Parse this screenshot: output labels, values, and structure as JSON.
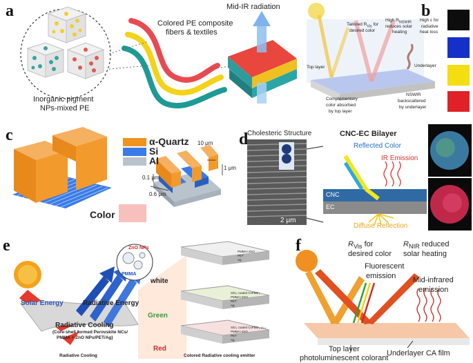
{
  "panel_a": {
    "label": "a",
    "pigment_caption_1": "Inorganic pigment",
    "pigment_caption_2": "NPs-mixed PE",
    "fibers_caption_1": "Colored PE composite",
    "fibers_caption_2": "fibers & textiles",
    "radiation_label": "Mid-IR radiation"
  },
  "panel_b": {
    "label": "b",
    "tailored_1": "Tailored R",
    "tailored_sub": "Vis",
    "tailored_2": " for",
    "tailored_3": "desired color",
    "nswir_1": "High R",
    "nswir_sub": "NSWIR",
    "nswir_2": "reduces solar",
    "nswir_3": "heating",
    "eps_1": "High ε for",
    "eps_2": "radiative",
    "eps_3": "heat loss",
    "top_layer": "Top layer",
    "underlayer": "Underlayer",
    "complementary_1": "Complementary",
    "complementary_2": "color absorbed",
    "complementary_3": "by top layer",
    "backscatter_1": "NSWIR",
    "backscatter_2": "backscattered",
    "backscatter_3": "by underlayer",
    "swatches": [
      "#0d0d0d",
      "#1530c8",
      "#f4dd10",
      "#e02228"
    ]
  },
  "panel_c": {
    "label": "c",
    "legend": [
      "α-Quartz",
      "Si",
      "Al"
    ],
    "legend_colors": [
      "#f0921e",
      "#3a7be8",
      "#b9c3cc"
    ],
    "dim_10um": "10 μm",
    "dim_1um": "1 μm",
    "dim_01um": "0.1 μm",
    "dim_06um": "0.6 μm",
    "color_label": "Color",
    "color_swatch": "#f8c0bc"
  },
  "panel_d": {
    "label": "d",
    "cholesteric": "Cholesteric Structure",
    "scale": "2 μm",
    "title": "CNC-EC Bilayer",
    "reflected": "Reflected Color",
    "ir": "IR Emission",
    "cnc": "CNC",
    "ec": "EC",
    "diffuse": "Diffuse Reflection"
  },
  "panel_e": {
    "label": "e",
    "solar": "Solar Energy",
    "radiative_energy": "Radiative Energy",
    "cooling_title": "Radiative Cooling",
    "cooling_sub_1": "(Core-shell formed Perovskite NCs/",
    "cooling_sub_2": "PMMA + ZnO NPs/PET/Ag)",
    "cooling_bottom": "Radiative Cooling",
    "zno": "ZnO NPs",
    "pmma": "PMMA",
    "white": "white",
    "green": "Green",
    "red": "Red",
    "emitter": "Colored Radiative cooling emitter",
    "stack_white": [
      "PMMA+ZnO",
      "PET",
      "Ag"
    ],
    "stack_green": [
      "SiO₂ coated CsPbBr₃",
      "PMMA+ZnO",
      "PET",
      "Ag"
    ],
    "stack_red": [
      "SiO₂ coated CsPbBr₁.₅I₁.₅",
      "PMMA+ZnO",
      "PET",
      "Ag"
    ]
  },
  "panel_f": {
    "label": "f",
    "rvis_1": "R",
    "rvis_sub": "Vis",
    "rvis_2": " for",
    "rvis_3": "desired color",
    "rnir_1": "R",
    "rnir_sub": "NIR",
    "rnir_2": " reduced",
    "rnir_3": "solar heating",
    "fluor_1": "Fluorescent",
    "fluor_2": "emission",
    "mid_1": "Mid-infrared",
    "mid_2": "emission",
    "top_1": "Top layer",
    "top_2": "photoluminescent colorant",
    "under": "Underlayer CA film"
  }
}
